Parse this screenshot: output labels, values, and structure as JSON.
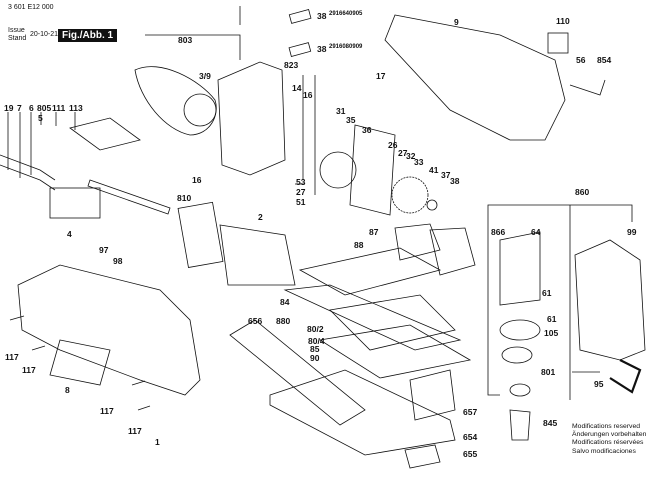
{
  "header": {
    "doc_number": "3 601 E12 000",
    "issue_label": "Issue",
    "stand_label": "Stand",
    "issue_date": "20-10-21",
    "figure_label": "Fig./Abb. 1"
  },
  "part_numbers": {
    "p38": "2916640905",
    "p39": "2916080909"
  },
  "callouts": [
    "19",
    "7",
    "6",
    "805",
    "111",
    "113",
    "5",
    "4",
    "97",
    "98",
    "803",
    "3/9",
    "823",
    "14",
    "16",
    "38",
    "38",
    "9",
    "110",
    "17",
    "56",
    "854",
    "53",
    "27",
    "51",
    "31",
    "35",
    "36",
    "26",
    "27",
    "32",
    "33",
    "41",
    "37",
    "38",
    "16",
    "810",
    "2",
    "87",
    "88",
    "866",
    "64",
    "860",
    "99",
    "61",
    "61",
    "105",
    "801",
    "95",
    "845",
    "84",
    "880",
    "80/2",
    "80/4",
    "85",
    "90",
    "656",
    "657",
    "654",
    "655",
    "117",
    "117",
    "8",
    "117",
    "117",
    "1"
  ],
  "notes": [
    "Modifications reserved",
    "Änderungen vorbehalten",
    "Modifications réservées",
    "Salvo modificaciones"
  ]
}
